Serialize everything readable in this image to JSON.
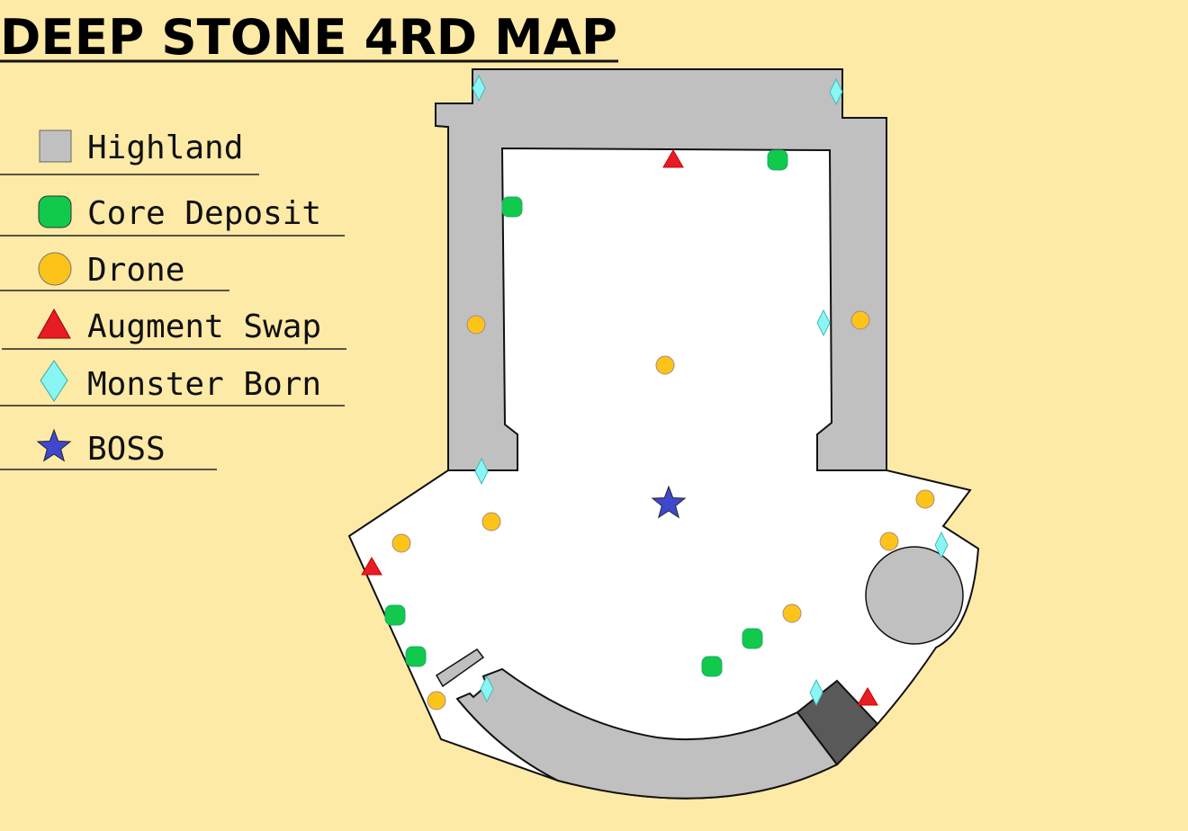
{
  "title": "DEEP STONE 4RD MAP",
  "legend": [
    {
      "label": "Highland",
      "icon": "square-icon",
      "color": "#c0c0c0"
    },
    {
      "label": "Core Deposit",
      "icon": "rounded-square-icon",
      "color": "#11c94a"
    },
    {
      "label": "Drone",
      "icon": "circle-icon",
      "color": "#fcc419"
    },
    {
      "label": "Augment Swap",
      "icon": "triangle-icon",
      "color": "#e81c24"
    },
    {
      "label": "Monster Born",
      "icon": "diamond-icon",
      "color": "#8af6f4"
    },
    {
      "label": "BOSS",
      "icon": "star-icon",
      "color": "#3f48cc"
    }
  ],
  "colors": {
    "background": "#fdeaa7",
    "floor": "#ffffff",
    "highland": "#c0c0c0",
    "dark_highland": "#595959"
  }
}
